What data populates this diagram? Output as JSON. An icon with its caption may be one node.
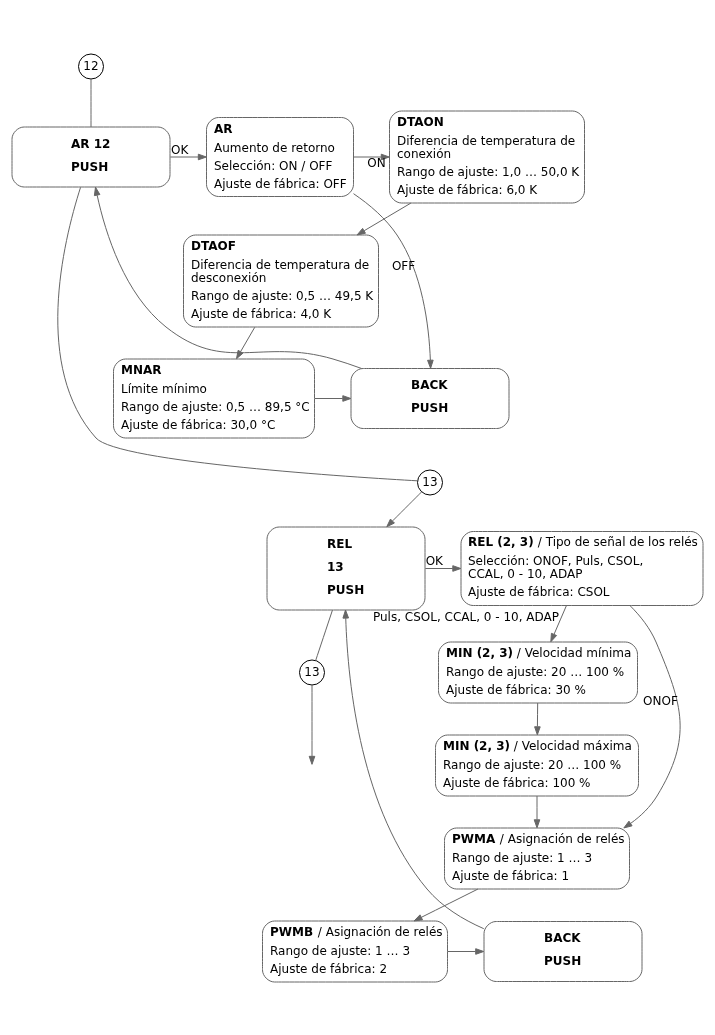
{
  "diagram": {
    "nodes": [
      {
        "text": [
          "12"
        ]
      },
      {
        "text": [
          "AR 12",
          "PUSH"
        ]
      },
      {
        "text": [
          "AR",
          "Aumento de retorno",
          "Selección: ON / OFF",
          "Ajuste de fábrica: OFF"
        ]
      },
      {
        "text": [
          "DTAON",
          "Diferencia de temperatura de conexión",
          "Rango de ajuste: 1,0 … 50,0 K",
          "Ajuste de fábrica: 6,0 K"
        ]
      },
      {
        "text": [
          "DTAOF",
          "Diferencia de temperatura de desconexión",
          "Rango de ajuste: 0,5 … 49,5 K",
          "Ajuste de fábrica: 4,0 K"
        ]
      },
      {
        "text": [
          "MNAR",
          "Límite mínimo",
          "Rango de ajuste: 0,5 … 89,5 °C",
          "Ajuste de fábrica: 30,0 °C"
        ]
      },
      {
        "text": [
          "BACK",
          "PUSH"
        ]
      },
      {
        "text": [
          "13"
        ]
      },
      {
        "text": [
          "REL",
          "13",
          "PUSH"
        ]
      },
      {
        "text": [
          "**REL (2, 3)** / Tipo de señal de los relés",
          "Selección: ONOF, Puls, CSOL, CCAL, 0 - 10, ADAP",
          "Ajuste de fábrica: CSOL"
        ]
      },
      {
        "text": [
          "**MIN (2, 3)** / Velocidad mínima",
          "Rango de ajuste: 20 … 100 %",
          "Ajuste de fábrica: 30 %"
        ]
      },
      {
        "text": [
          "**MIN (2, 3)** / Velocidad máxima",
          "Rango de ajuste: 20 … 100 %",
          "Ajuste de fábrica: 100 %"
        ]
      },
      {
        "text": [
          "**PWMA** / Asignación de relés",
          "Rango de ajuste: 1 … 3",
          "Ajuste de fábrica: 1"
        ]
      },
      {
        "text": [
          "**PWMB** / Asignación de relés",
          "Rango de ajuste: 1 … 3",
          "Ajuste de fábrica: 2"
        ]
      },
      {
        "text": [
          "BACK",
          "PUSH"
        ]
      },
      {
        "text": [
          "13"
        ]
      }
    ],
    "edges": [
      {
        "from": 0,
        "to": 1,
        "arrow": "none"
      },
      {
        "from": 1,
        "to": 2,
        "arrow": "to",
        "label": "OK"
      },
      {
        "from": 2,
        "to": 3,
        "arrow": "to",
        "label": "ON"
      },
      {
        "from": 3,
        "to": 4,
        "arrow": "to"
      },
      {
        "from": 4,
        "to": 5,
        "arrow": "to"
      },
      {
        "from": 5,
        "to": 6,
        "arrow": "to"
      },
      {
        "from": 2,
        "to": 6,
        "arrow": "to",
        "label": "OFF"
      },
      {
        "from": 6,
        "to": 1,
        "arrow": "to"
      },
      {
        "from": 1,
        "to": 7,
        "arrow": "none"
      },
      {
        "from": 7,
        "to": 8,
        "arrow": "to"
      },
      {
        "from": 8,
        "to": 9,
        "arrow": "to",
        "label": "OK"
      },
      {
        "from": 9,
        "to": 12,
        "arrow": "to",
        "label": "ONOF"
      },
      {
        "from": 9,
        "to": 10,
        "arrow": "to",
        "label": "Puls, CSOL, CCAL, 0 - 10, ADAP"
      },
      {
        "from": 10,
        "to": 11,
        "arrow": "to"
      },
      {
        "from": 11,
        "to": 12,
        "arrow": "to"
      },
      {
        "from": 12,
        "to": 13,
        "arrow": "to"
      },
      {
        "from": 13,
        "to": 14,
        "arrow": "to"
      },
      {
        "from": 14,
        "to": 8,
        "arrow": "to"
      },
      {
        "from": 8,
        "to": 15,
        "arrow": "none"
      },
      {
        "from": 15,
        "to": null,
        "arrow": "to"
      }
    ]
  }
}
